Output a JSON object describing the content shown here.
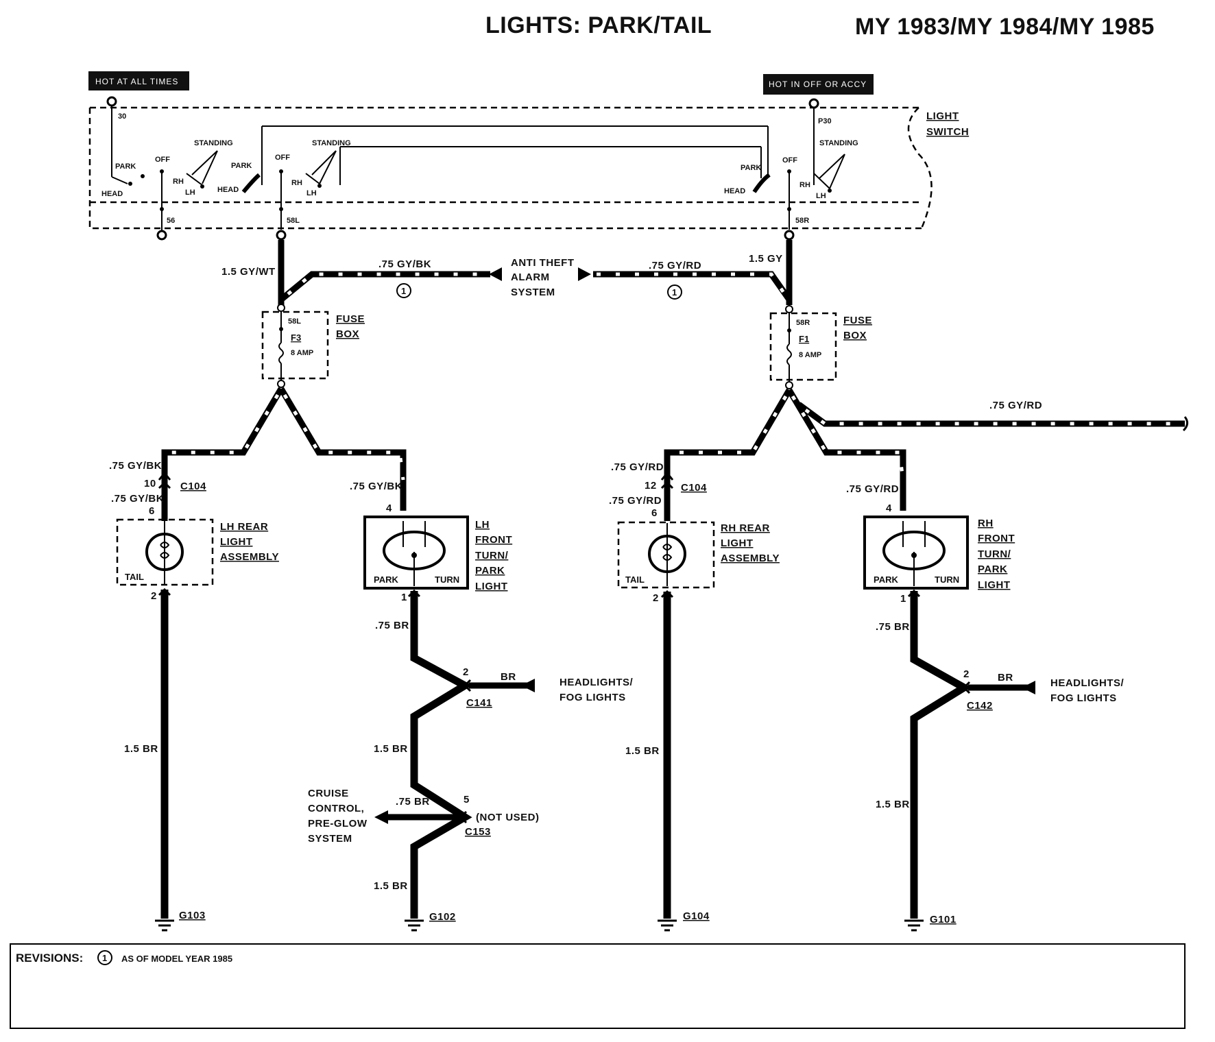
{
  "header": {
    "title": "LIGHTS: PARK/TAIL",
    "model_years": "MY 1983/MY 1984/MY 1985"
  },
  "tags": {
    "left": "HOT AT ALL TIMES",
    "right": "HOT IN OFF OR ACCY"
  },
  "switch": {
    "label1": "LIGHT",
    "label2": "SWITCH",
    "t30": "30",
    "tp30": "P30",
    "t56": "56",
    "t58l": "58L",
    "t58r": "58R",
    "park": "PARK",
    "head": "HEAD",
    "off": "OFF",
    "standing": "STANDING",
    "rh": "RH",
    "lh": "LH"
  },
  "wires": {
    "gy_wt_15": "1.5 GY/WT",
    "gy_bk_75": ".75 GY/BK",
    "gy_rd_75": ".75 GY/RD",
    "gy_15": "1.5 GY",
    "br_75": ".75 BR",
    "br_15": "1.5 BR",
    "br": "BR"
  },
  "anti_theft": {
    "line1": "ANTI THEFT",
    "line2": "ALARM",
    "line3": "SYSTEM"
  },
  "rev_marker": "1",
  "fuse_left": {
    "term": "58L",
    "fuse": "F3",
    "amp": "8 AMP",
    "label1": "FUSE",
    "label2": "BOX"
  },
  "fuse_right": {
    "term": "58R",
    "fuse": "F1",
    "amp": "8 AMP",
    "label1": "FUSE",
    "label2": "BOX"
  },
  "connectors": {
    "c104": "C104",
    "c141": "C141",
    "c142": "C142",
    "c153": "C153"
  },
  "pins": {
    "p10": "10",
    "p12": "12",
    "p6": "6",
    "p4": "4",
    "p2": "2",
    "p1": "1",
    "p5": "5"
  },
  "lh_rear": {
    "l1": "LH REAR",
    "l2": "LIGHT",
    "l3": "ASSEMBLY",
    "tail": "TAIL"
  },
  "rh_rear": {
    "l1": "RH REAR",
    "l2": "LIGHT",
    "l3": "ASSEMBLY",
    "tail": "TAIL"
  },
  "lh_front": {
    "l1": "LH",
    "l2": "FRONT",
    "l3": "TURN/",
    "l4": "PARK",
    "l5": "LIGHT",
    "park": "PARK",
    "turn": "TURN"
  },
  "rh_front": {
    "l1": "RH",
    "l2": "FRONT",
    "l3": "TURN/",
    "l4": "PARK",
    "l5": "LIGHT",
    "park": "PARK",
    "turn": "TURN"
  },
  "headlights": {
    "l1": "HEADLIGHTS/",
    "l2": "FOG LIGHTS"
  },
  "cruise": {
    "l1": "CRUISE",
    "l2": "CONTROL,",
    "l3": "PRE-GLOW",
    "l4": "SYSTEM",
    "not_used": "(NOT USED)"
  },
  "grounds": {
    "g101": "G101",
    "g102": "G102",
    "g103": "G103",
    "g104": "G104"
  },
  "revisions": {
    "label": "REVISIONS:",
    "marker": "1",
    "text": "AS OF MODEL YEAR 1985"
  }
}
